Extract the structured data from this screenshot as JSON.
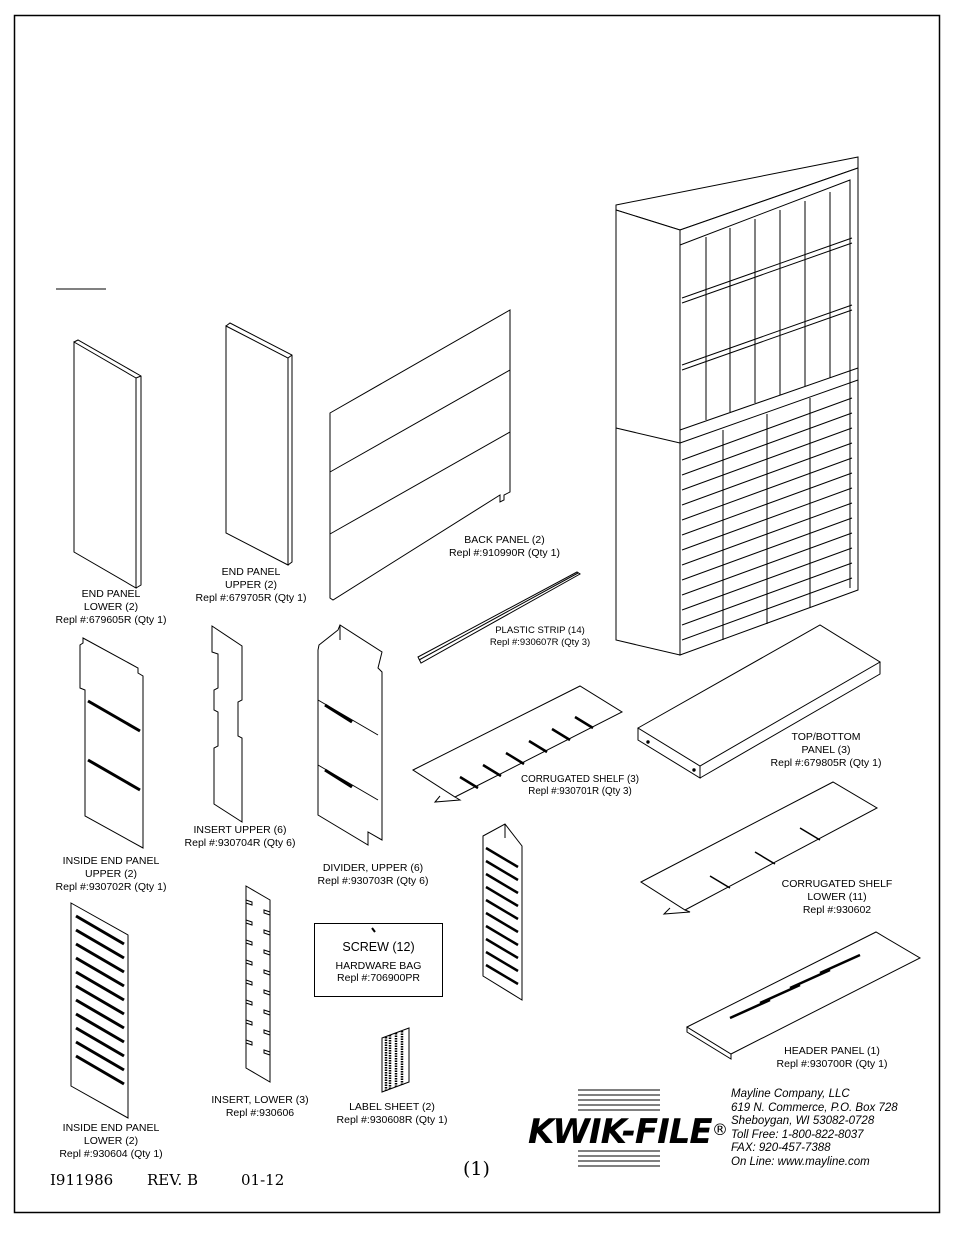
{
  "parts": {
    "end_panel_lower": {
      "lines": [
        "END PANEL",
        "LOWER (2)",
        "Repl #:679605R (Qty 1)"
      ]
    },
    "end_panel_upper": {
      "lines": [
        "END PANEL",
        "UPPER (2)",
        "Repl #:679705R (Qty 1)"
      ]
    },
    "back_panel": {
      "lines": [
        "BACK PANEL (2)",
        "Repl #:910990R (Qty 1)"
      ]
    },
    "plastic_strip": {
      "lines": [
        "PLASTIC STRIP (14)",
        "Repl #:930607R (Qty 3)"
      ]
    },
    "inside_end_upper": {
      "lines": [
        "INSIDE END PANEL",
        "UPPER (2)",
        "Repl #:930702R (Qty 1)"
      ]
    },
    "insert_upper": {
      "lines": [
        "INSERT UPPER (6)",
        "Repl #:930704R (Qty 6)"
      ]
    },
    "divider_upper": {
      "lines": [
        "DIVIDER, UPPER (6)",
        "Repl #:930703R (Qty 6)"
      ]
    },
    "corrugated_shelf": {
      "lines": [
        "CORRUGATED SHELF (3)",
        "Repl #:930701R (Qty 3)"
      ]
    },
    "top_bottom": {
      "lines": [
        "TOP/BOTTOM",
        "PANEL (3)",
        "Repl #:679805R (Qty 1)"
      ]
    },
    "corrugated_lower": {
      "lines": [
        "CORRUGATED SHELF",
        "LOWER (11)",
        "Repl #:930602"
      ]
    },
    "hardware": {
      "screw": "SCREW (12)",
      "bag": "HARDWARE BAG",
      "repl": "Repl #:706900PR"
    },
    "insert_lower": {
      "lines": [
        "INSERT, LOWER (3)",
        "Repl #:930606"
      ]
    },
    "label_sheet": {
      "lines": [
        "LABEL SHEET (2)",
        "Repl #:930608R (Qty 1)"
      ]
    },
    "header_panel": {
      "lines": [
        "HEADER PANEL (1)",
        "Repl #:930700R (Qty 1)"
      ]
    },
    "inside_end_lower": {
      "lines": [
        "INSIDE END PANEL",
        "LOWER (2)",
        "Repl #:930604 (Qty 1)"
      ]
    }
  },
  "company": {
    "lines": [
      "Mayline Company, LLC",
      "619 N. Commerce, P.O. Box 728",
      "Sheboygan, WI  53082-0728",
      "Toll Free:  1-800-822-8037",
      "FAX:         920-457-7388",
      "On Line:    www.mayline.com"
    ]
  },
  "brand": {
    "name": "KWIK-FILE",
    "reg": "®"
  },
  "doc": {
    "number": "I911986",
    "rev": "REV. B",
    "date": "01-12",
    "page": "(1)"
  }
}
